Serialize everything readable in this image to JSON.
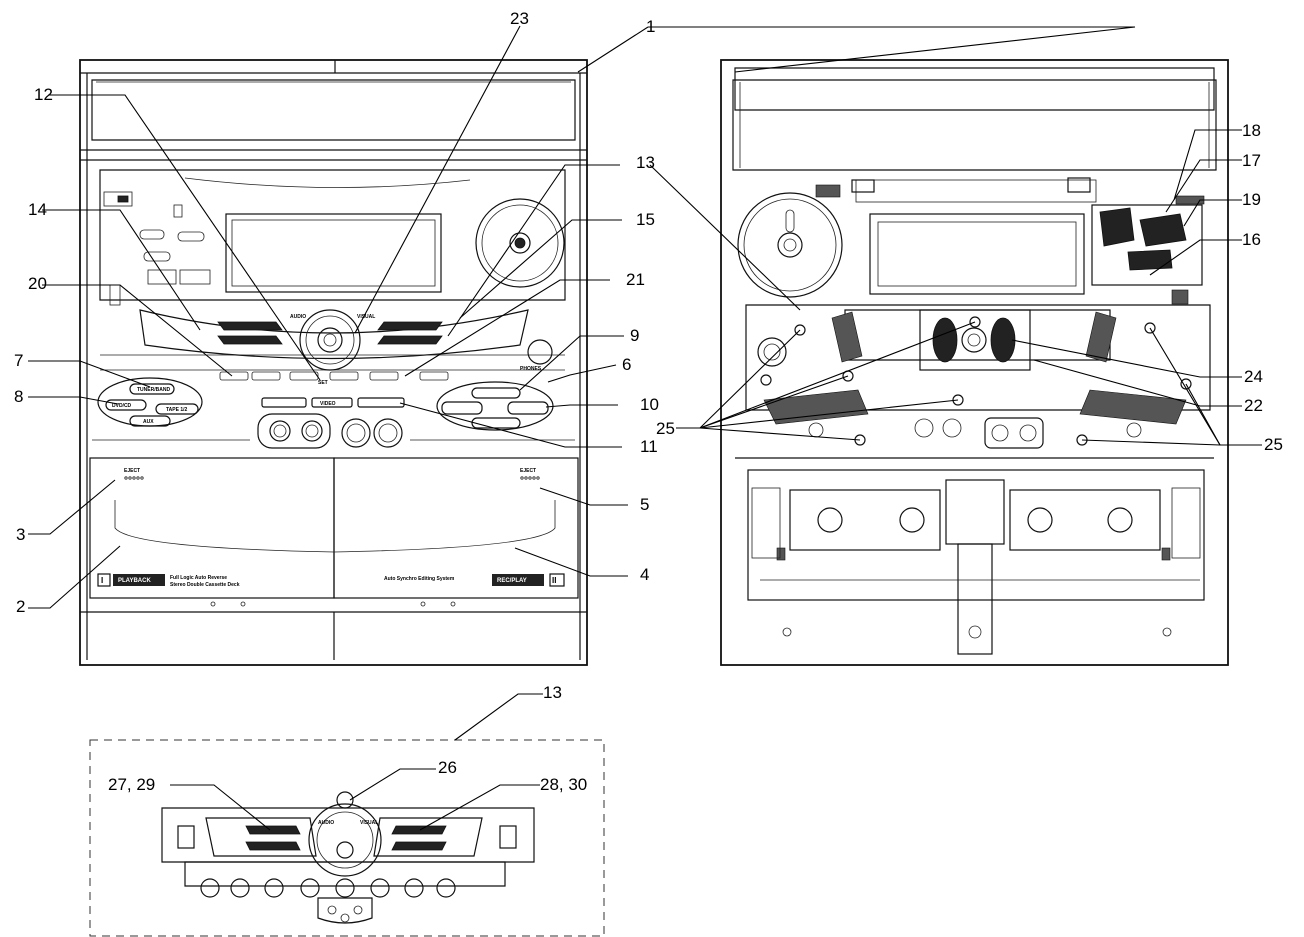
{
  "callouts": {
    "c1": "1",
    "c2": "2",
    "c3": "3",
    "c4": "4",
    "c5": "5",
    "c6": "6",
    "c7": "7",
    "c8": "8",
    "c9": "9",
    "c10": "10",
    "c11": "11",
    "c12": "12",
    "c13": "13",
    "c14": "14",
    "c15": "15",
    "c16": "16",
    "c17": "17",
    "c18": "18",
    "c19": "19",
    "c20": "20",
    "c21": "21",
    "c22": "22",
    "c23": "23",
    "c24": "24",
    "c25": "25",
    "c26": "26",
    "c2729": "27, 29",
    "c2830": "28, 30"
  },
  "panel_text": {
    "playback": "PLAYBACK",
    "deck1_caption_1": "Full Logic Auto Reverse",
    "deck1_caption_2": "Stereo Double Cassette Deck",
    "deck2_caption": "Auto Synchro Editing System",
    "recplay": "REC/PLAY",
    "eject": "EJECT",
    "tape12": "TAPE 1/2",
    "dvdcd": "DVD/CD",
    "tunerband": "TUNER/BAND",
    "aux": "AUX",
    "phones": "PHONES",
    "video": "VIDEO",
    "audio": "AUDIO",
    "visual": "VISUAL",
    "set": "SET",
    "deck_one": "I",
    "deck_two": "II"
  }
}
